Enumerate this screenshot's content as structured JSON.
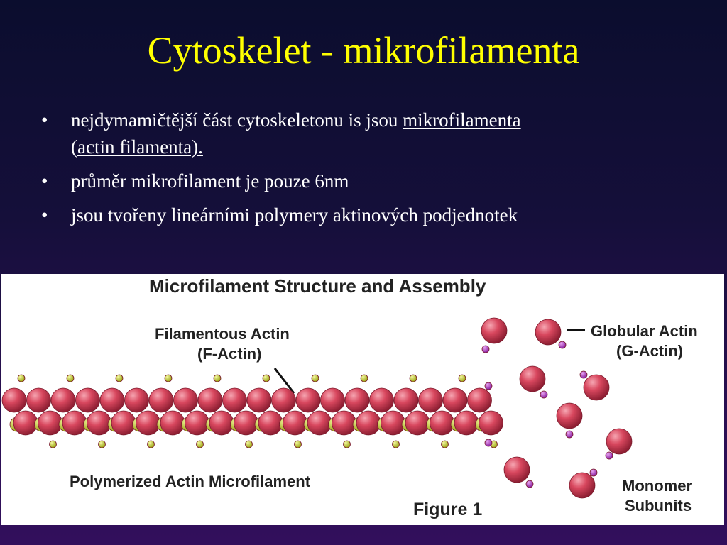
{
  "slide": {
    "title": "Cytoskelet - mikrofilamenta",
    "bullets": [
      {
        "pre": "nejdymamičtější část cytoskeletonu is jsou ",
        "link1": "mikrofilamenta",
        "paren_open": "(",
        "link2": "actin filamenta)."
      },
      {
        "text": "průměr  mikrofilament je pouze 6nm"
      },
      {
        "text": "jsou tvořeny lineárními polymery aktinových podjednotek"
      }
    ],
    "bullet_glyph": "•"
  },
  "figure": {
    "heading": "Microfilament Structure and Assembly",
    "label_f_actin_1": "Filamentous Actin",
    "label_f_actin_2": "(F-Actin)",
    "label_g_actin_1": "Globular Actin",
    "label_g_actin_2": "(G-Actin)",
    "label_polymer": "Polymerized Actin Microfilament",
    "label_monomer_1": "Monomer",
    "label_monomer_2": "Subunits",
    "caption": "Figure 1"
  },
  "colors": {
    "title": "#ffff00",
    "text": "#ffffff",
    "actin": "#d8475e",
    "actin_dark": "#a52a3c",
    "nucleotide_yellow": "#c8d21e",
    "nucleotide_purple": "#b03ac8"
  }
}
